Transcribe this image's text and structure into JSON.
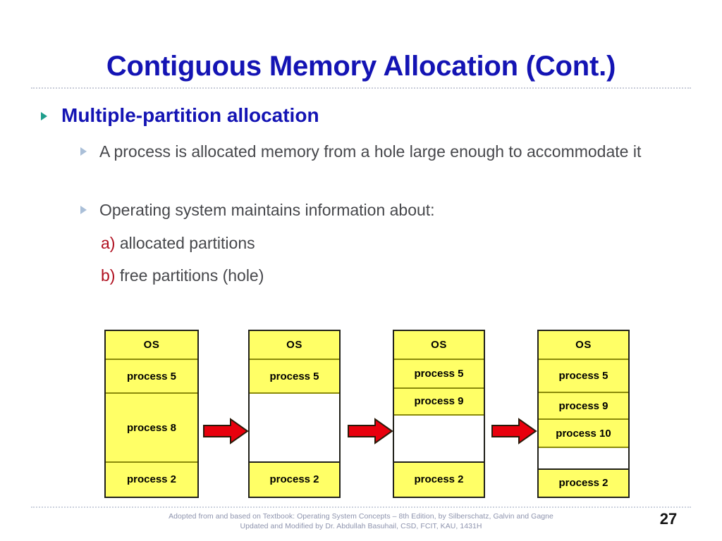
{
  "slide": {
    "title": "Contiguous Memory Allocation (Cont.)",
    "page_number": "27",
    "title_color": "#1414b4",
    "accent_marker_color": "#b01020",
    "bullet_l1_color": "#1f9e8c",
    "bullet_l2_color": "#aabfd8",
    "memory_fill_color": "#ffff66",
    "arrow_color": "#e8000d"
  },
  "content": {
    "level1": {
      "text": "Multiple-partition allocation"
    },
    "level2": [
      {
        "text": "A process is allocated memory from a hole large enough to accommodate it"
      },
      {
        "text": "Operating system maintains information about:"
      }
    ],
    "level3": [
      {
        "marker": "a)",
        "text": "allocated partitions"
      },
      {
        "marker": "b)",
        "text": "free partitions (hole)"
      }
    ]
  },
  "diagram": {
    "type": "memory-allocation-sequence",
    "columns": [
      {
        "name": "state-1",
        "blocks": [
          {
            "label": "OS",
            "kind": "os"
          },
          {
            "label": "process 5",
            "kind": "process"
          },
          {
            "label": "process 8",
            "kind": "process"
          },
          {
            "label": "process 2",
            "kind": "process"
          }
        ]
      },
      {
        "name": "state-2",
        "blocks": [
          {
            "label": "OS",
            "kind": "os"
          },
          {
            "label": "process 5",
            "kind": "process"
          },
          {
            "label": "",
            "kind": "hole"
          },
          {
            "label": "process 2",
            "kind": "process"
          }
        ]
      },
      {
        "name": "state-3",
        "blocks": [
          {
            "label": "OS",
            "kind": "os"
          },
          {
            "label": "process 5",
            "kind": "process"
          },
          {
            "label": "process 9",
            "kind": "process"
          },
          {
            "label": "",
            "kind": "hole"
          },
          {
            "label": "process 2",
            "kind": "process"
          }
        ]
      },
      {
        "name": "state-4",
        "blocks": [
          {
            "label": "OS",
            "kind": "os"
          },
          {
            "label": "process 5",
            "kind": "process"
          },
          {
            "label": "process 9",
            "kind": "process"
          },
          {
            "label": "process 10",
            "kind": "process"
          },
          {
            "label": "",
            "kind": "hole"
          },
          {
            "label": "process 2",
            "kind": "process"
          }
        ]
      }
    ],
    "arrows": [
      {
        "name": "arrow-1-to-2"
      },
      {
        "name": "arrow-2-to-3"
      },
      {
        "name": "arrow-3-to-4"
      }
    ]
  },
  "footer": {
    "line1": "Adopted from and based on Textbook: Operating System Concepts – 8th Edition, by Silberschatz, Galvin and Gagne",
    "line2": "Updated and Modified by Dr. Abdullah Basuhail, CSD, FCIT, KAU, 1431H"
  }
}
